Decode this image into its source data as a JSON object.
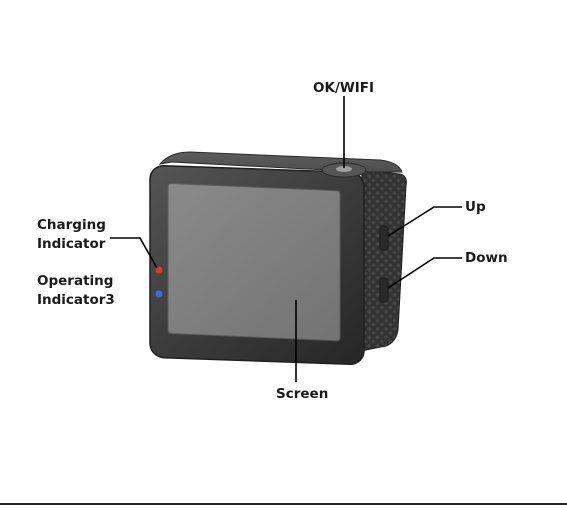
{
  "labels": {
    "ok_wifi": "OK/WIFI",
    "up": "Up",
    "down": "Down",
    "charging_line1": "Charging",
    "charging_line2": "Indicator",
    "operating_line1": "Operating",
    "operating_line2": "Indicator3",
    "screen": "Screen"
  },
  "colors": {
    "camera_body": "#3a3a3a",
    "screen": "#7d7d7d",
    "charging_led": "#d83a3a",
    "operating_led": "#3a6bd8"
  }
}
